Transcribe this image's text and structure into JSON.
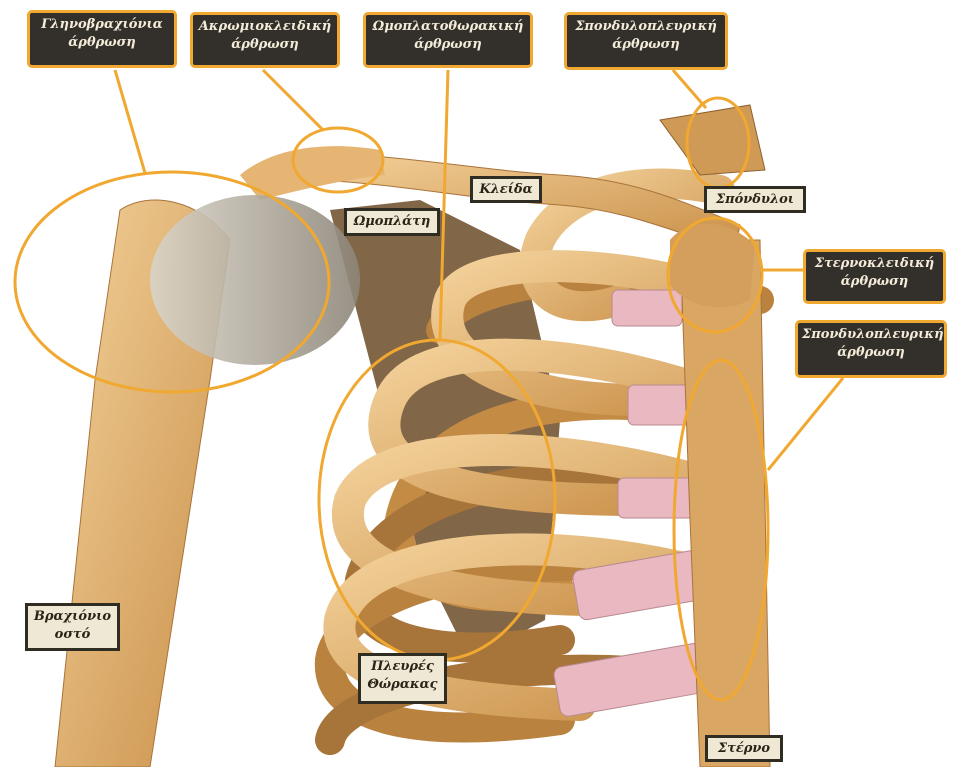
{
  "colors": {
    "callout": "#f0a830",
    "bone": "#e8bd7c",
    "bone_dark": "#b9823f",
    "cartilage": "#e7b6bf",
    "shadow": "#6a4a26"
  },
  "labels": {
    "glenohumeral": "Γληνοβραχιόνια\nάρθρωση",
    "acromioclavicular": "Ακρωμιοκλειδική\nάρθρωση",
    "scapulothoracic": "Ωμοπλατοθωρακική\nάρθρωση",
    "costovertebral_top": "Σπονδυλοπλευρική\nάρθρωση",
    "clavicle": "Κλείδα",
    "scapula": "Ωμοπλάτη",
    "vertebrae": "Σπόνδυλοι",
    "sternoclavicular": "Στερνοκλειδική\nάρθρωση",
    "costovertebral_right": "Σπονδυλοπλευρική\nάρθρωση",
    "humerus": "Βραχιόνιο\nοστό",
    "ribs": "Πλευρές\nΘώρακας",
    "sternum": "Στέρνο"
  }
}
